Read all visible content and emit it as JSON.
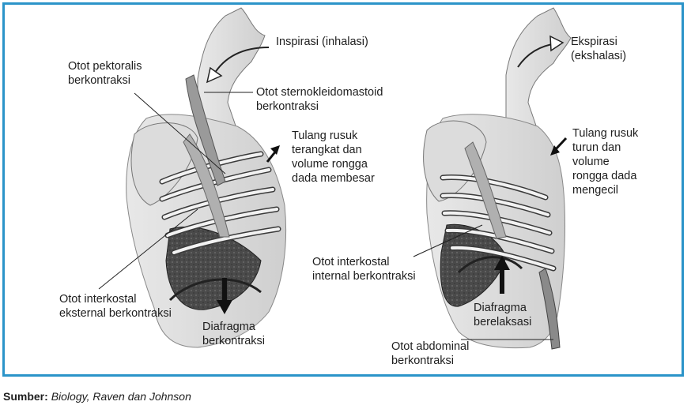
{
  "left": {
    "inspirasi": "Inspirasi (inhalasi)",
    "pektoralis": [
      "Otot pektoralis",
      "berkontraksi"
    ],
    "sternokleidomastoid": [
      "Otot sternokleidomastoid",
      "berkontraksi"
    ],
    "tulang_rusuk": [
      "Tulang rusuk",
      "terangkat dan",
      "volume rongga",
      "dada membesar"
    ],
    "interkostal_eksternal": [
      "Otot interkostal",
      "eksternal berkontraksi"
    ],
    "diafragma": [
      "Diafragma",
      "berkontraksi"
    ]
  },
  "right": {
    "ekspirasi": [
      "Ekspirasi",
      "(ekshalasi)"
    ],
    "tulang_rusuk": [
      "Tulang rusuk",
      "turun dan",
      "volume",
      "rongga dada",
      "mengecil"
    ],
    "interkostal_internal": [
      "Otot interkostal",
      "internal berkontraksi"
    ],
    "diafragma": [
      "Diafragma",
      "berelaksasi"
    ],
    "abdominal": [
      "Otot  abdominal",
      "berkontraksi"
    ]
  },
  "source": {
    "label": "Sumber:",
    "text": "Biology, Raven dan Johnson"
  },
  "colors": {
    "frame": "#2b94c9",
    "ink": "#1e1e1e"
  }
}
